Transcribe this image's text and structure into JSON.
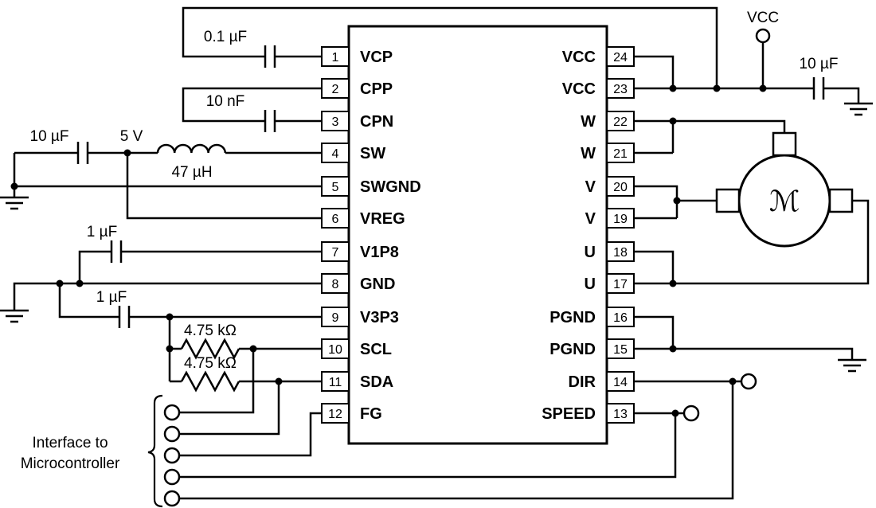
{
  "ic": {
    "left_pins": [
      {
        "num": "1",
        "name": "VCP"
      },
      {
        "num": "2",
        "name": "CPP"
      },
      {
        "num": "3",
        "name": "CPN"
      },
      {
        "num": "4",
        "name": "SW"
      },
      {
        "num": "5",
        "name": "SWGND"
      },
      {
        "num": "6",
        "name": "VREG"
      },
      {
        "num": "7",
        "name": "V1P8"
      },
      {
        "num": "8",
        "name": "GND"
      },
      {
        "num": "9",
        "name": "V3P3"
      },
      {
        "num": "10",
        "name": "SCL"
      },
      {
        "num": "11",
        "name": "SDA"
      },
      {
        "num": "12",
        "name": "FG"
      }
    ],
    "right_pins": [
      {
        "num": "24",
        "name": "VCC"
      },
      {
        "num": "23",
        "name": "VCC"
      },
      {
        "num": "22",
        "name": "W"
      },
      {
        "num": "21",
        "name": "W"
      },
      {
        "num": "20",
        "name": "V"
      },
      {
        "num": "19",
        "name": "V"
      },
      {
        "num": "18",
        "name": "U"
      },
      {
        "num": "17",
        "name": "U"
      },
      {
        "num": "16",
        "name": "PGND"
      },
      {
        "num": "15",
        "name": "PGND"
      },
      {
        "num": "14",
        "name": "DIR"
      },
      {
        "num": "13",
        "name": "SPEED"
      }
    ]
  },
  "labels": {
    "cap_vcp": "0.1 µF",
    "cap_cpn": "10 nF",
    "cap_input": "10 µF",
    "rail_5v": "5 V",
    "inductor": "47 µH",
    "cap_v1p8": "1 µF",
    "cap_v3p3": "1 µF",
    "res_scl": "4.75 kΩ",
    "res_sda": "4.75 kΩ",
    "vcc": "VCC",
    "cap_vcc": "10 µF",
    "motor": "ℳ",
    "interface_line1": "Interface to",
    "interface_line2": "Microcontroller"
  },
  "colors": {
    "wire": "#000000",
    "background": "#ffffff"
  }
}
